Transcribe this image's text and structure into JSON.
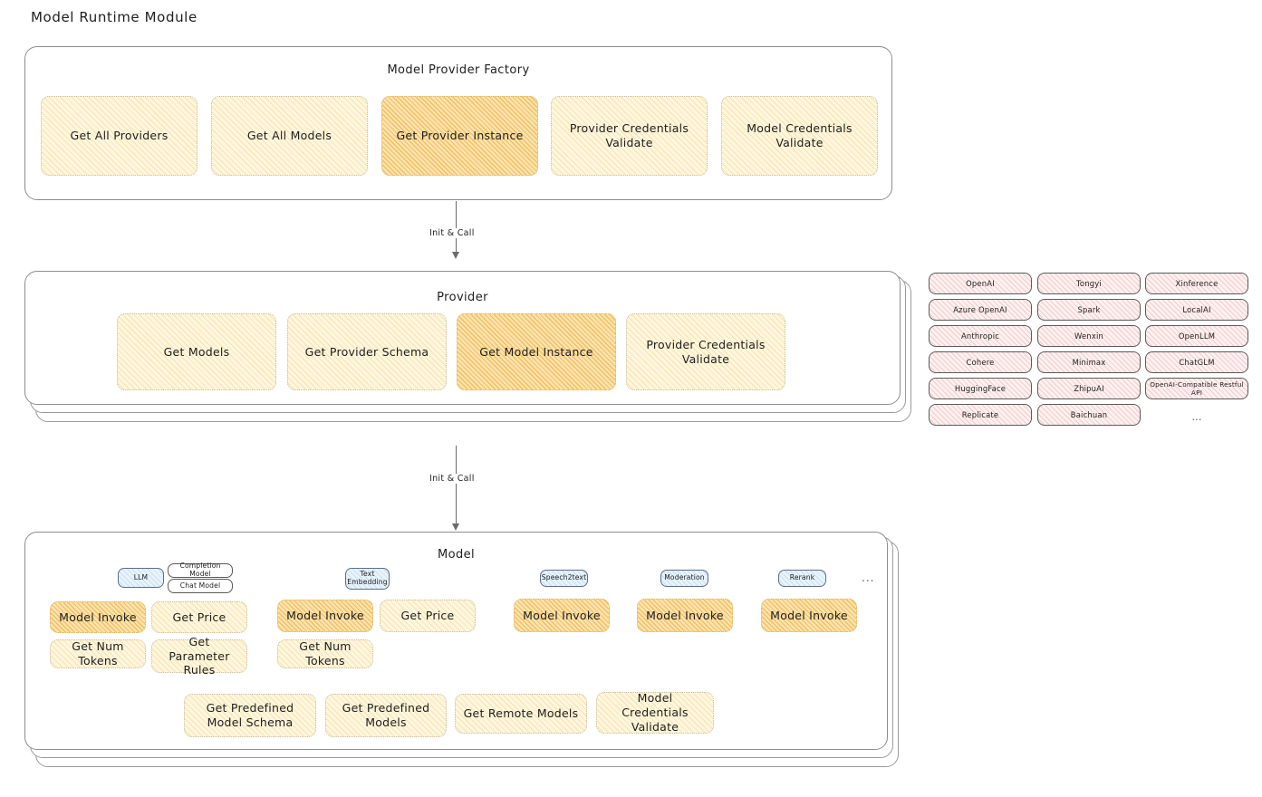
{
  "page": {
    "title": "Model Runtime Module"
  },
  "factory": {
    "title": "Model Provider Factory",
    "items": [
      {
        "label": "Get All Providers",
        "highlight": false
      },
      {
        "label": "Get All Models",
        "highlight": false
      },
      {
        "label": "Get Provider Instance",
        "highlight": true
      },
      {
        "label": "Provider Credentials Validate",
        "highlight": false
      },
      {
        "label": "Model Credentials Validate",
        "highlight": false
      }
    ]
  },
  "arrows": [
    {
      "label": "Init & Call"
    },
    {
      "label": "Init & Call"
    }
  ],
  "provider": {
    "title": "Provider",
    "items": [
      {
        "label": "Get Models",
        "highlight": false
      },
      {
        "label": "Get Provider Schema",
        "highlight": false
      },
      {
        "label": "Get Model Instance",
        "highlight": true
      },
      {
        "label": "Provider Credentials Validate",
        "highlight": false
      }
    ]
  },
  "provider_list": {
    "columns": [
      [
        "OpenAI",
        "Azure OpenAI",
        "Anthropic",
        "Cohere",
        "HuggingFace",
        "Replicate"
      ],
      [
        "Tongyi",
        "Spark",
        "Wenxin",
        "Minimax",
        "ZhipuAI",
        "Baichuan"
      ],
      [
        "Xinference",
        "LocalAI",
        "OpenLLM",
        "ChatGLM",
        "OpenAI-Compatible Restful API",
        "..."
      ]
    ]
  },
  "model": {
    "title": "Model",
    "types": [
      {
        "name": "LLM",
        "sub": [
          "Completion Model",
          "Chat Model"
        ],
        "methods": [
          "Model Invoke",
          "Get Price",
          "Get Num Tokens",
          "Get Parameter Rules"
        ]
      },
      {
        "name": "Text Embedding",
        "sub": [],
        "methods": [
          "Model Invoke",
          "Get Price",
          "Get Num Tokens"
        ]
      },
      {
        "name": "Speech2text",
        "sub": [],
        "methods": [
          "Model Invoke"
        ]
      },
      {
        "name": "Moderation",
        "sub": [],
        "methods": [
          "Model Invoke"
        ]
      },
      {
        "name": "Rerank",
        "sub": [],
        "methods": [
          "Model Invoke"
        ]
      }
    ],
    "more": "...",
    "common": [
      "Get Predefined Model Schema",
      "Get Predefined Models",
      "Get Remote Models",
      "Model Credentials Validate"
    ]
  },
  "colors": {
    "box_fill": "#fdf6df",
    "box_fill_highlight": "#fbe3b0",
    "chip_fill": "#fdf0f0",
    "badge_fill": "#e8f3fb",
    "stroke": "#1e1e1e"
  }
}
